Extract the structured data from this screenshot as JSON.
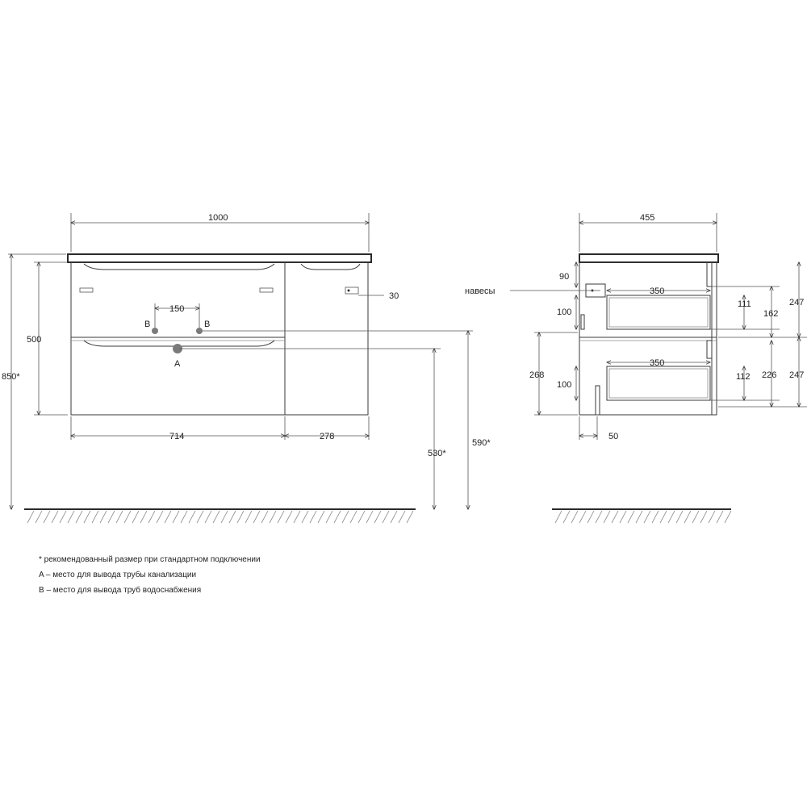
{
  "front_view": {
    "total_width": "1000",
    "height": "500",
    "total_height": "850*",
    "left_section": "714",
    "right_section": "278",
    "pipe_spacing": "150",
    "pipe_b_left": "B",
    "pipe_b_right": "B",
    "pipe_a": "A",
    "hinge_offset": "30",
    "drain_height": "530*",
    "supply_height": "590*"
  },
  "side_view": {
    "depth": "455",
    "hinges_label": "навесы",
    "top_offset": "90",
    "drawer1_depth": "350",
    "drawer2_depth": "350",
    "drawer1_inner_offset": "100",
    "drawer2_inner_offset": "100",
    "drawer1_inner_height": "111",
    "drawer1_height": "162",
    "drawer2_inner_height": "112",
    "drawer2_height": "226",
    "upper_front_height": "247",
    "lower_front_height": "247",
    "lower_height": "268",
    "bottom_offset": "50"
  },
  "notes": {
    "line1": "* рекомендованный размер при стандартном подключении",
    "line2": "A – место для вывода трубы канализации",
    "line3": "B – место для вывода труб водоснабжения"
  },
  "colors": {
    "line": "#3a3a3a",
    "pipe_marker": "#7a7a7a"
  }
}
